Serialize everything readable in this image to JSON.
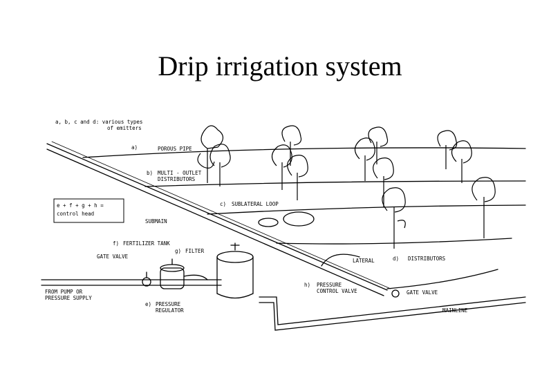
{
  "title": "Drip irrigation system",
  "diagram": {
    "legend_emitters_line1": "a, b, c and d: various types",
    "legend_emitters_line2": "of emitters",
    "label_a": "a)",
    "label_a_text": "POROUS PIPE",
    "label_b": "b)",
    "label_b_text_1": "MULTI - OUTLET",
    "label_b_text_2": "DISTRIBUTORS",
    "label_c": "c)",
    "label_c_text": "SUBLATERAL LOOP",
    "control_box_line1": "e + f + g + h =",
    "control_box_line2": "control head",
    "submain": "SUBMAIN",
    "label_f": "f)",
    "label_f_text": "FERTILIZER TANK",
    "label_g": "g)",
    "label_g_text": "FILTER",
    "gate_valve_left": "GATE VALVE",
    "from_pump_1": "FROM PUMP OR",
    "from_pump_2": "PRESSURE SUPPLY",
    "label_e": "e)",
    "label_e_text_1": "PRESSURE",
    "label_e_text_2": "REGULATOR",
    "lateral": "LATERAL",
    "label_d": "d)",
    "label_d_text": "DISTRIBUTORS",
    "label_h": "h)",
    "label_h_text_1": "PRESSURE",
    "label_h_text_2": "CONTROL VALVE",
    "gate_valve_right": "GATE VALVE",
    "mainline": "MAINLINE"
  }
}
